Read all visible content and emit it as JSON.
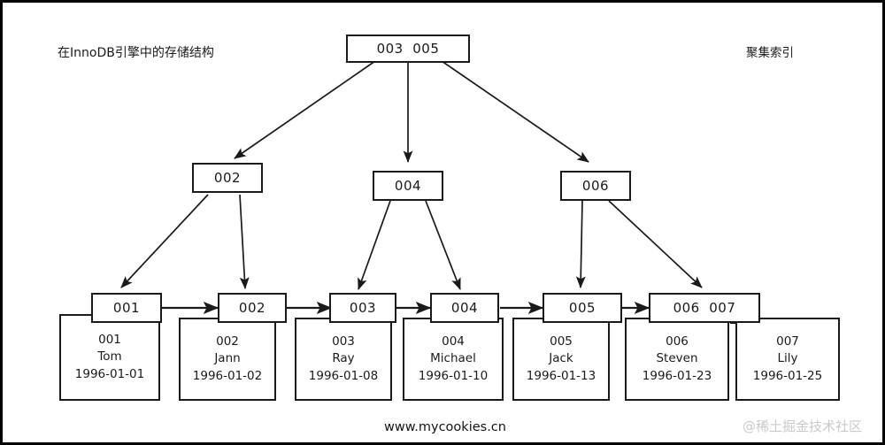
{
  "titles": {
    "left": "在InnoDB引擎中的存储结构",
    "right": "聚集索引",
    "site_url": "www.mycookies.cn",
    "watermark": "@稀土掘金技术社区"
  },
  "tree": {
    "root": {
      "label": "003  005"
    },
    "internal": [
      {
        "label": "002"
      },
      {
        "label": "004"
      },
      {
        "label": "006"
      }
    ],
    "leaf_index": [
      {
        "label": "001"
      },
      {
        "label": "002"
      },
      {
        "label": "003"
      },
      {
        "label": "004"
      },
      {
        "label": "005"
      },
      {
        "label": "006  007"
      }
    ],
    "records": [
      {
        "id": "001",
        "name": "Tom",
        "date": "1996-01-01"
      },
      {
        "id": "002",
        "name": "Jann",
        "date": "1996-01-02"
      },
      {
        "id": "003",
        "name": "Ray",
        "date": "1996-01-08"
      },
      {
        "id": "004",
        "name": "Michael",
        "date": "1996-01-10"
      },
      {
        "id": "005",
        "name": "Jack",
        "date": "1996-01-13"
      },
      {
        "id": "006",
        "name": "Steven",
        "date": "1996-01-23"
      },
      {
        "id": "007",
        "name": "Lily",
        "date": "1996-01-25"
      }
    ]
  },
  "colors": {
    "stroke": "#1a1a1a",
    "background": "#ffffff",
    "frame": "#000000",
    "watermark": "#c9c9c9"
  }
}
